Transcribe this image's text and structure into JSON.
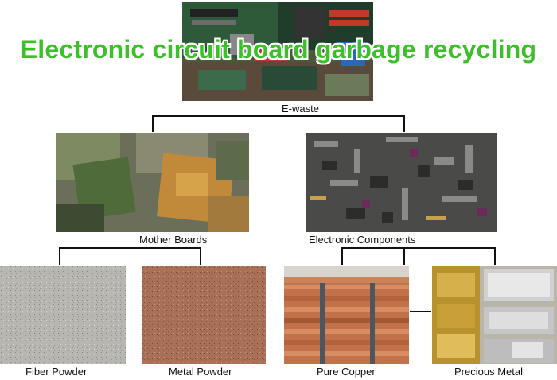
{
  "title": "Electronic circuit board garbage recycling",
  "nodes": {
    "root": "E-waste",
    "mother_boards": "Mother Boards",
    "electronic_components": "Electronic Components",
    "fiber_powder": "Fiber Powder",
    "metal_powder": "Metal Powder",
    "pure_copper": "Pure Copper",
    "precious_metal": "Precious Metal"
  },
  "colors": {
    "title": "#3cbf2a",
    "connector": "#111111"
  }
}
